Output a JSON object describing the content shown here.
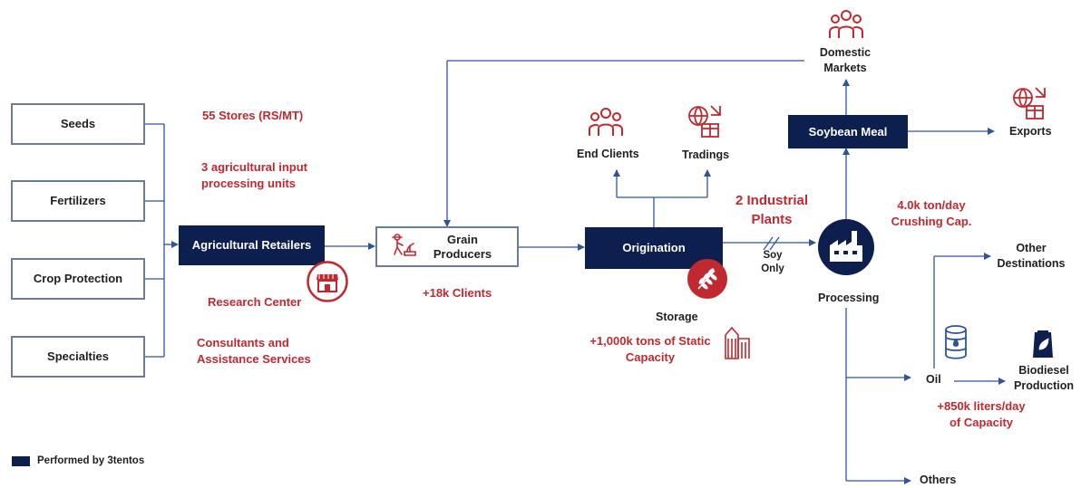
{
  "inputs": [
    "Seeds",
    "Fertilizers",
    "Crop Protection",
    "Specialties"
  ],
  "retail": {
    "box": "Agricultural Retailers",
    "stores": "55 Stores (RS/MT)",
    "processing_units_line1": "3 agricultural input",
    "processing_units_line2": "processing units",
    "research": "Research Center",
    "consultants_line1": "Consultants and",
    "consultants_line2": "Assistance Services"
  },
  "grain": {
    "line1": "Grain",
    "line2": "Producers",
    "clients": "+18k Clients"
  },
  "origination": {
    "box": "Origination",
    "end_clients": "End Clients",
    "tradings": "Tradings",
    "storage": "Storage",
    "capacity_line1": "+1,000k tons of Static",
    "capacity_line2": "Capacity"
  },
  "plants": {
    "line1": "2 Industrial",
    "line2": "Plants",
    "soy_line1": "Soy",
    "soy_line2": "Only"
  },
  "processing": {
    "label": "Processing",
    "crushing_line1": "4.0k ton/day",
    "crushing_line2": "Crushing Cap."
  },
  "soybean_meal": {
    "box": "Soybean Meal",
    "exports": "Exports",
    "domestic_line1": "Domestic",
    "domestic_line2": "Markets"
  },
  "oil": {
    "label": "Oil",
    "other_line1": "Other",
    "other_line2": "Destinations",
    "biodiesel_line1": "Biodiesel",
    "biodiesel_line2": "Production",
    "liters_line1": "+850k liters/day",
    "liters_line2": "of Capacity",
    "others": "Others"
  },
  "legend": "Performed by 3tentos",
  "colors": {
    "navy": "#0c1f4f",
    "accent_red": "#c0292f",
    "line_blue": "#2e5597",
    "box_border": "#6a7c96"
  },
  "icons": [
    "store-icon",
    "farmer-icon",
    "group-icon",
    "globe-trade-icon",
    "wheat-icon",
    "silo-icon",
    "factory-icon",
    "oil-barrel-icon",
    "biodiesel-bag-icon"
  ]
}
